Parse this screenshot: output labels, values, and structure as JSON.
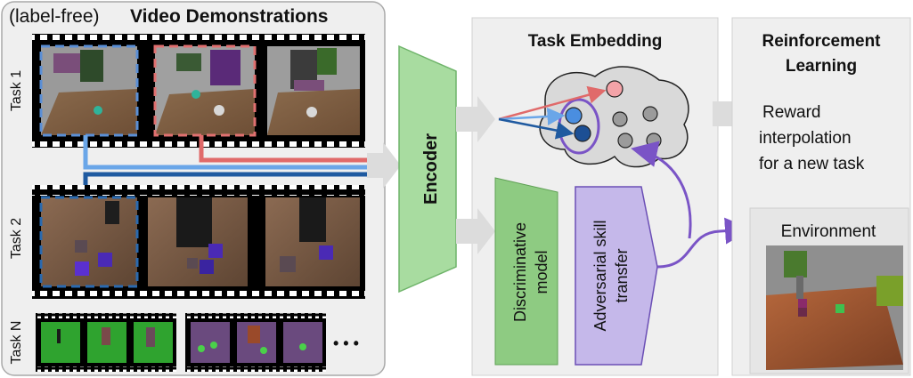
{
  "header": {
    "prefix": "(label-free)",
    "title": "Video Demonstrations"
  },
  "tasks": {
    "t1": "Task 1",
    "t2": "Task 2",
    "tn": "Task N",
    "ellipsis": "• • •"
  },
  "encoder": "Encoder",
  "embedding": {
    "title": "Task Embedding"
  },
  "disc": {
    "line1": "Discriminative",
    "line2": "model"
  },
  "adv": {
    "line1": "Adversarial skill",
    "line2": "transfer"
  },
  "rl": {
    "title1": "Reinforcement",
    "title2": "Learning",
    "reward1": "Reward",
    "reward2": "interpolation",
    "reward3": "for a new task",
    "env": "Environment"
  },
  "colors": {
    "panel": "#efefef",
    "panel_border": "#a9a9a9",
    "encoder": "#a8dca0",
    "encoder_border": "#6fb46a",
    "disc": "#8ecb82",
    "adv": "#c5b8ea",
    "adv_border": "#6b4fb5",
    "red": "#e06a6a",
    "lightblue": "#6aa6e8",
    "darkblue": "#1f5aa0",
    "purple": "#7a54c6",
    "dot_gray": "#9b9b9b",
    "dot_pink": "#f3a3a8",
    "dot_blue": "#4a8ee0",
    "dot_navy": "#1c4f94"
  },
  "icons": [
    "film-strip-icon",
    "arrow-right-icon",
    "embedding-cloud-icon"
  ]
}
